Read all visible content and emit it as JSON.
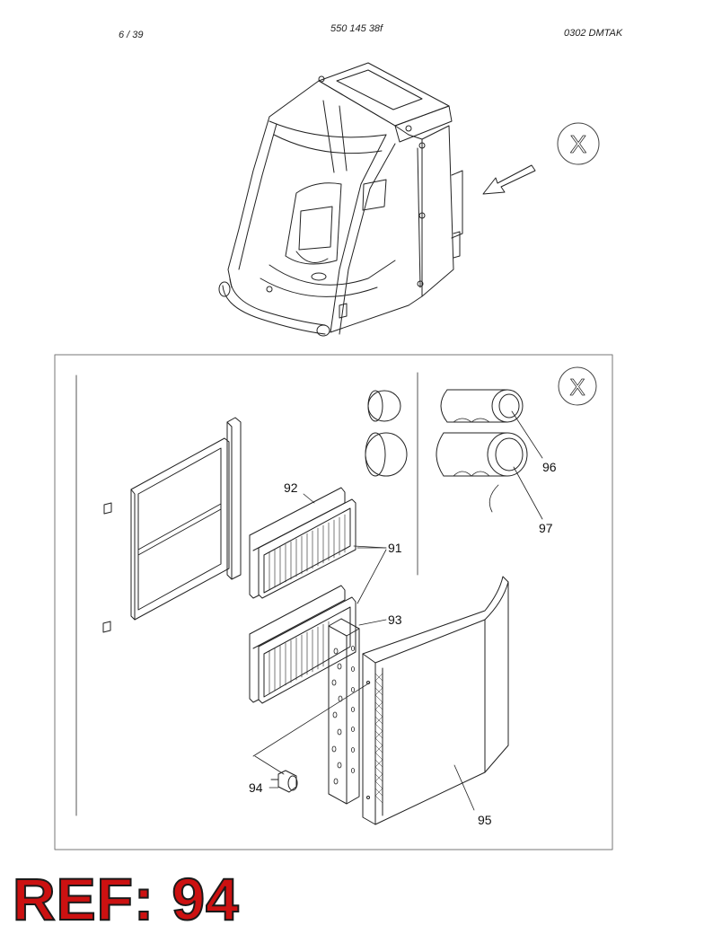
{
  "header": {
    "page": "6 / 39",
    "document_number": "550 145 38f",
    "code": "0302   DMTAK"
  },
  "view_marker": "X",
  "callouts": {
    "filter_assembly": "91",
    "filter_upper": "92",
    "filter_frame": "93",
    "knob": "94",
    "cover_panel": "95",
    "hose_small": "96",
    "hose_large": "97"
  },
  "reference": {
    "label": "REF: 94"
  }
}
